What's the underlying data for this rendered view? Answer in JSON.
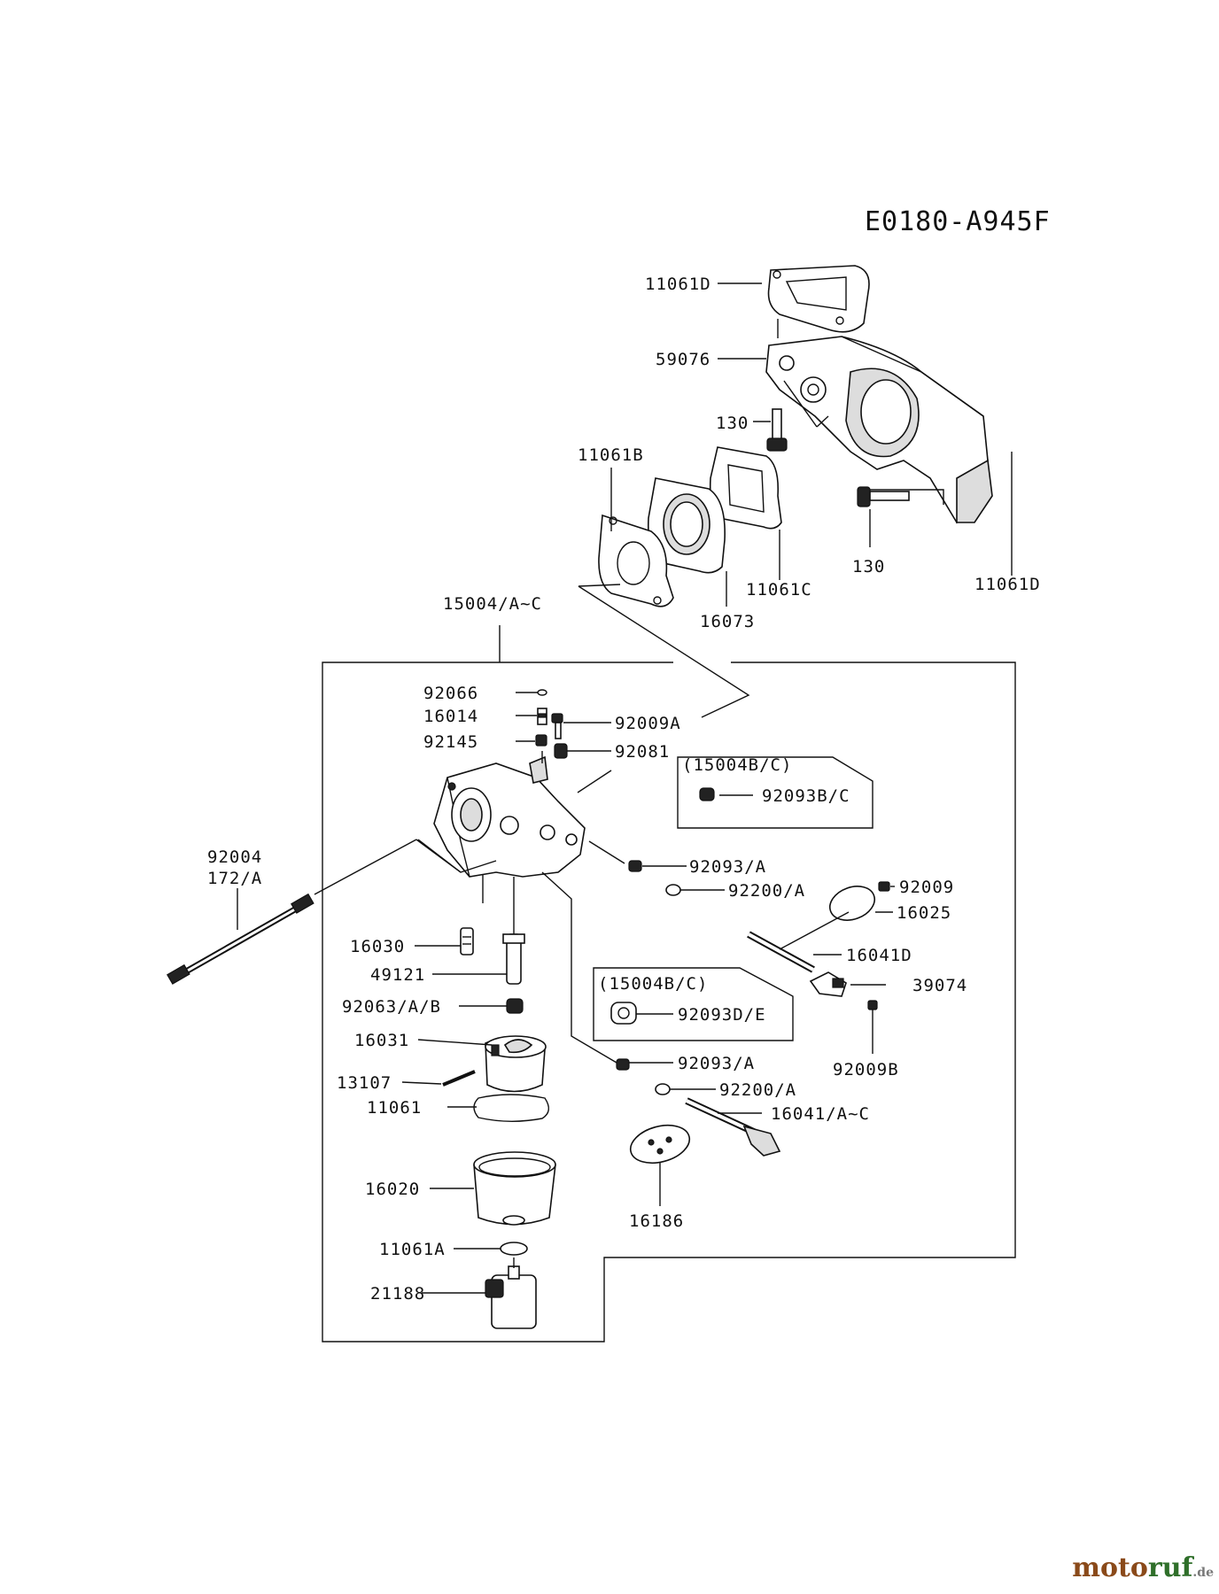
{
  "diagram_code": "E0180-A945F",
  "labels": {
    "l11061D_top": "11061D",
    "l59076": "59076",
    "l130_top": "130",
    "l11061B": "11061B",
    "l130_right": "130",
    "l11061C": "11061C",
    "l11061D_right": "11061D",
    "l16073": "16073",
    "l15004AC": "15004/A~C",
    "l92066": "92066",
    "l16014": "16014",
    "l92145": "92145",
    "l92009A": "92009A",
    "l92081": "92081",
    "l15004BC_1": "(15004B/C)",
    "l92093BC": "92093B/C",
    "l92004": "92004",
    "l172A": "172/A",
    "l92093A_1": "92093/A",
    "l92200A_1": "92200/A",
    "l92009": "92009",
    "l16025": "16025",
    "l16030": "16030",
    "l16041D": "16041D",
    "l49121": "49121",
    "l15004BC_2": "(15004B/C)",
    "l39074": "39074",
    "l92063AB": "92063/A/B",
    "l92093DE": "92093D/E",
    "l92009B": "92009B",
    "l16031": "16031",
    "l92093A_2": "92093/A",
    "l13107": "13107",
    "l92200A_2": "92200/A",
    "l11061": "11061",
    "l16041AC": "16041/A~C",
    "l16020": "16020",
    "l16186": "16186",
    "l11061A": "11061A",
    "l21188": "21188"
  },
  "watermark": {
    "brand_a": "moto",
    "brand_b": "ruf",
    "tld": ".de"
  }
}
